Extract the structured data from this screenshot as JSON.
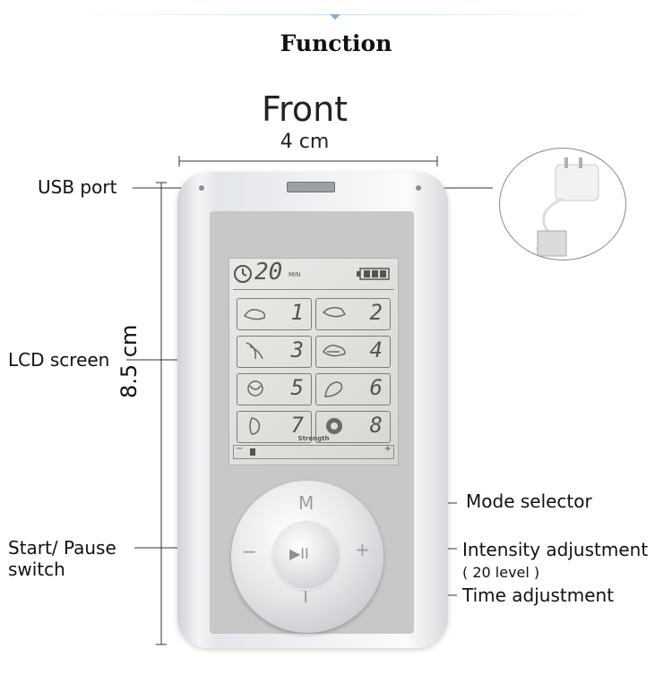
{
  "header": {
    "title": "Function"
  },
  "view": {
    "title": "Front",
    "width_dim": "4 cm",
    "height_dim": "8.5 cm"
  },
  "labels": {
    "usb_port": "USB port",
    "lcd_screen": "LCD screen",
    "start_pause_1": "Start/ Pause",
    "start_pause_2": "switch",
    "mode_selector": "Mode selector",
    "intensity": "Intensity adjustment",
    "intensity_levels": "( 20 level )",
    "time_adjustment": "Time adjustment"
  },
  "lcd": {
    "timer": "20",
    "timer_unit": "MIN",
    "strength_label": "Strength",
    "minus": "−",
    "plus": "+",
    "modes": [
      "1",
      "2",
      "3",
      "4",
      "5",
      "6",
      "7",
      "8"
    ]
  },
  "dial": {
    "top": "M",
    "bottom": "T",
    "left": "−",
    "right": "+",
    "center": "▶II"
  },
  "colors": {
    "accent_line": "#7fb0e0",
    "body_silver": "#e3e6ea",
    "lcd_bg": "#dfe0dc"
  }
}
